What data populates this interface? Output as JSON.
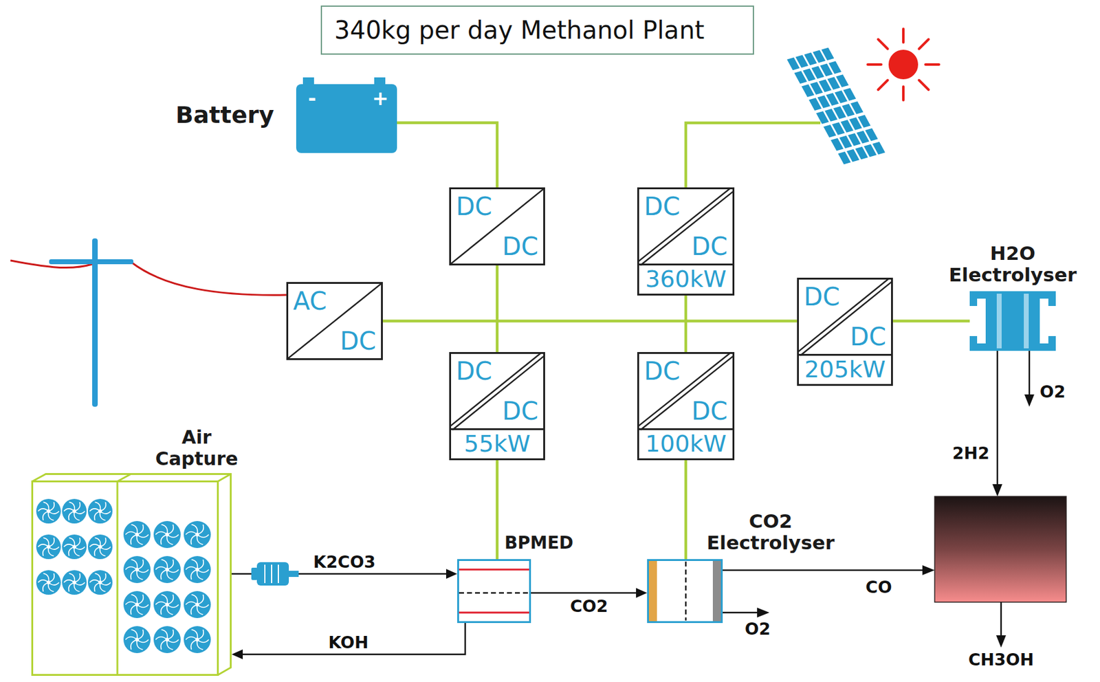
{
  "diagram": {
    "title": "340kg per day Methanol Plant",
    "nodes": [
      {
        "text": [
          "Battery",
          "-",
          "+"
        ]
      },
      {
        "text": [
          "DC",
          "DC"
        ]
      },
      {
        "text": [
          "DC",
          "DC",
          "360kW"
        ]
      },
      {
        "text": [
          "H2O Electrolyser"
        ]
      },
      {
        "text": [
          "AC",
          "DC"
        ]
      },
      {
        "text": [
          "DC",
          "DC",
          "205kW"
        ]
      },
      {
        "text": [
          "DC",
          "DC",
          "55kW"
        ]
      },
      {
        "text": [
          "DC",
          "DC",
          "100kW"
        ]
      },
      {
        "text": [
          "Air Capture"
        ]
      },
      {
        "text": [
          "CO2 Electrolyser"
        ]
      },
      {
        "text": [
          "BPMED"
        ]
      }
    ],
    "edges": [
      {
        "from": 0,
        "to": 1,
        "arrow": "none"
      },
      {
        "from": 4,
        "to": 5,
        "arrow": "none"
      },
      {
        "from": 1,
        "to": 6,
        "arrow": "none"
      },
      {
        "from": 2,
        "to": 7,
        "arrow": "none"
      },
      {
        "from": 5,
        "to": 3,
        "arrow": "none"
      },
      {
        "from": 6,
        "to": 10,
        "arrow": "none"
      },
      {
        "from": 7,
        "to": 9,
        "arrow": "none"
      },
      {
        "from": 8,
        "to": 10,
        "label": "K2CO3",
        "arrow": "to"
      },
      {
        "from": 10,
        "to": 9,
        "label": "CO2",
        "arrow": "to"
      },
      {
        "from": 10,
        "to": 8,
        "label": "KOH",
        "arrow": "to"
      }
    ],
    "labels": [
      "O2",
      "2H2",
      "CO",
      "O2",
      "CH3OH"
    ]
  }
}
